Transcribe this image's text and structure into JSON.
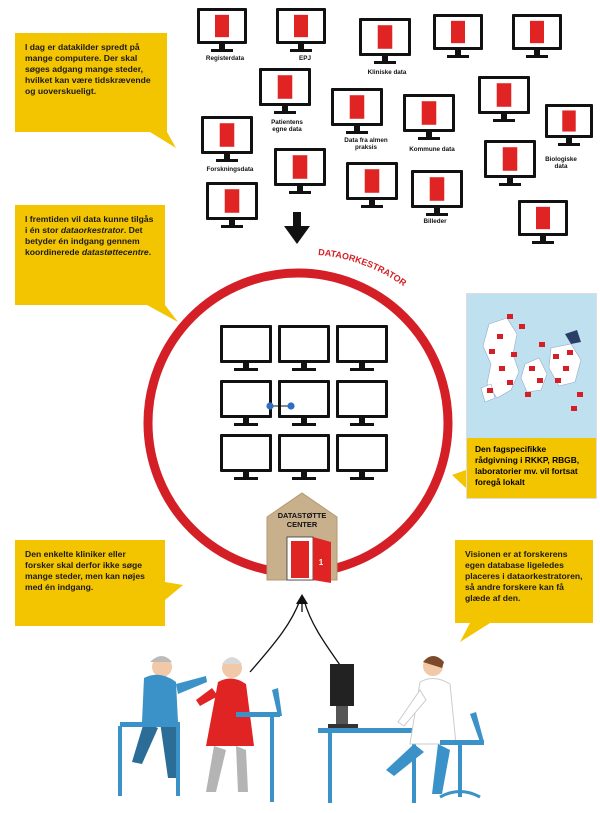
{
  "callouts": {
    "today": "I dag er datakilder spredt på mange computere. Der skal søges adgang mange steder, hvilket kan være tidskrævende og uoverskueligt.",
    "future_line1": "I fremtiden vil data kunne tilgås i én stor ",
    "future_em1": "dataorkestrator",
    "future_line2": ". Det betyder én indgang gennem koordinerede ",
    "future_em2": "datastøttecentre",
    "future_line3": ".",
    "clinician": "Den enkelte kliniker eller forsker skal derfor ikke søge mange steder, men kan nøjes med én indgang.",
    "vision": "Visionen er at forskerens egen database ligeledes placeres i dataorkestratoren, så andre forskere kan få glæde af den.",
    "regional": "Den fagspecifikke rådgivning i RKKP, RBGB, laboratorier mv. vil fortsat foregå lokalt"
  },
  "data_sources": [
    "Registerdata",
    "EPJ",
    "Kliniske data",
    "Patientens egne data",
    "Data fra almen praksis",
    "Kommune data",
    "Forskningsdata",
    "Biologiske data",
    "Billeder"
  ],
  "orchestrator_label": "DATAORKESTRATOR",
  "center_label_line1": "DATASTØTTE",
  "center_label_line2": "CENTER",
  "door_number": "1",
  "colors": {
    "callout_yellow": "#f3c400",
    "ring_red": "#d51f26",
    "door_red": "#e02424",
    "monitor_black": "#111111",
    "house_tan": "#c8b08c",
    "map_sea": "#bfe0ee",
    "figure_blue": "#3a92c8"
  },
  "icons": [
    "monitor-icon",
    "door-icon",
    "arrow-down-icon",
    "house-icon",
    "denmark-map-icon",
    "patient-figure",
    "doctor-figure",
    "researcher-figure"
  ]
}
